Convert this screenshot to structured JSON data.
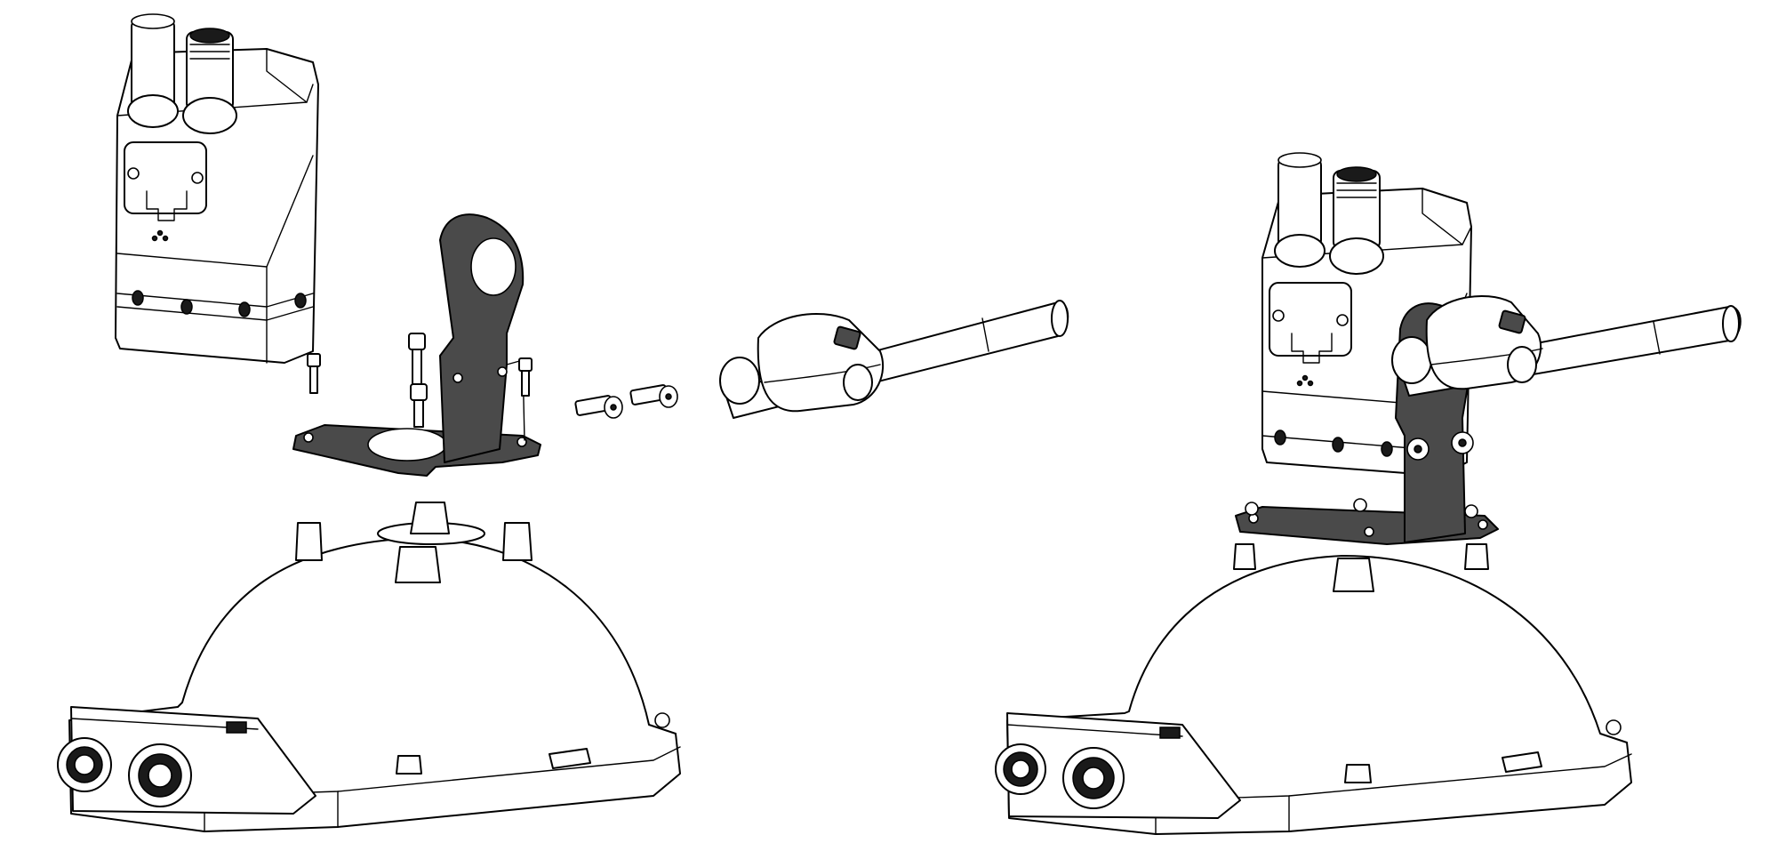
{
  "figure": {
    "views": [
      {
        "id": "exploded-view",
        "description_visible": false
      },
      {
        "id": "assembled-view",
        "description_visible": false
      }
    ],
    "components": [
      "sensor-housing",
      "mounting-bracket",
      "cap-screws",
      "rod-clamp",
      "rod",
      "dome-base",
      "m12-connectors"
    ]
  },
  "colors": {
    "line": "#000000",
    "fill": "#ffffff",
    "bracket": "#4a4a4a",
    "connector": "#1a1a1a"
  }
}
